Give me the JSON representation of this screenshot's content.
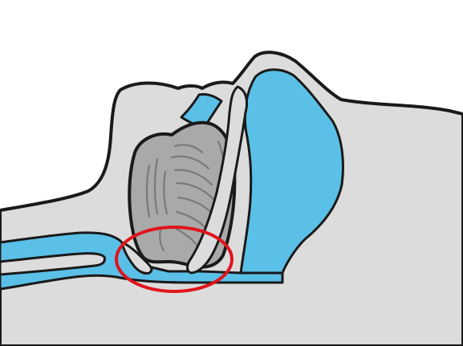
{
  "colors": {
    "background": "#ffffff",
    "skin": "#dcdcdc",
    "airway": "#5bc0e8",
    "tongue": "#a9a9a9",
    "tongue_lines": "#7a7a7a",
    "outline": "#1a1a1a",
    "highlight": "#e0141c"
  },
  "icons": {
    "head": "sleeping-head-silhouette",
    "airway": "upper-airway",
    "tongue": "tongue",
    "marker": "red-ellipse-highlight"
  },
  "highlight": {
    "shape": "ellipse",
    "region": "throat-airway-collapse"
  }
}
